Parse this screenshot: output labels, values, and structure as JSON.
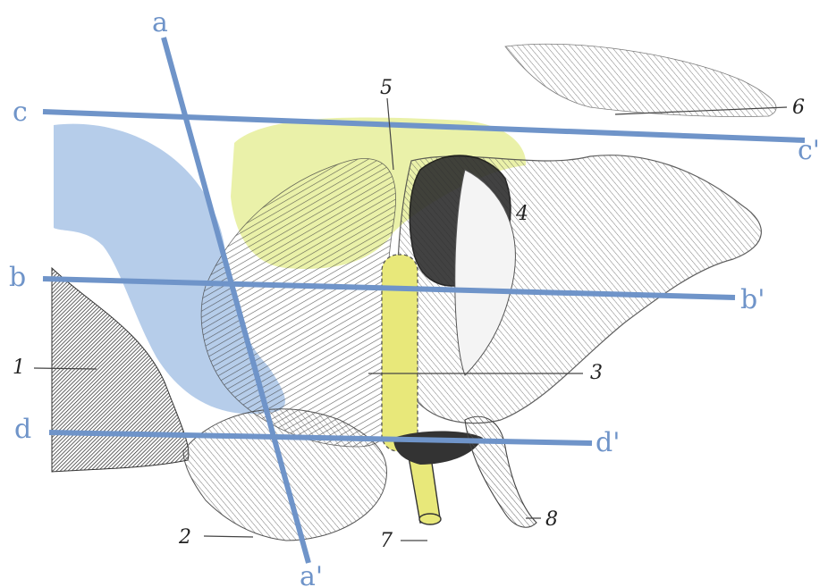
{
  "colors": {
    "paper": "#ffffff",
    "ink": "#2b2b2b",
    "cut_line": "#6f94c9",
    "blue_region": "#a9c4e6",
    "yellow_region": "#e6ee9a",
    "probe": "#e8e87a"
  },
  "cut_lines": [
    {
      "id": "a",
      "start_label": "a",
      "end_label": "a'"
    },
    {
      "id": "b",
      "start_label": "b",
      "end_label": "b'"
    },
    {
      "id": "c",
      "start_label": "c",
      "end_label": "c'"
    },
    {
      "id": "d",
      "start_label": "d",
      "end_label": "d'"
    }
  ],
  "numbered_labels": [
    "1",
    "2",
    "3",
    "4",
    "5",
    "6",
    "7",
    "8"
  ]
}
